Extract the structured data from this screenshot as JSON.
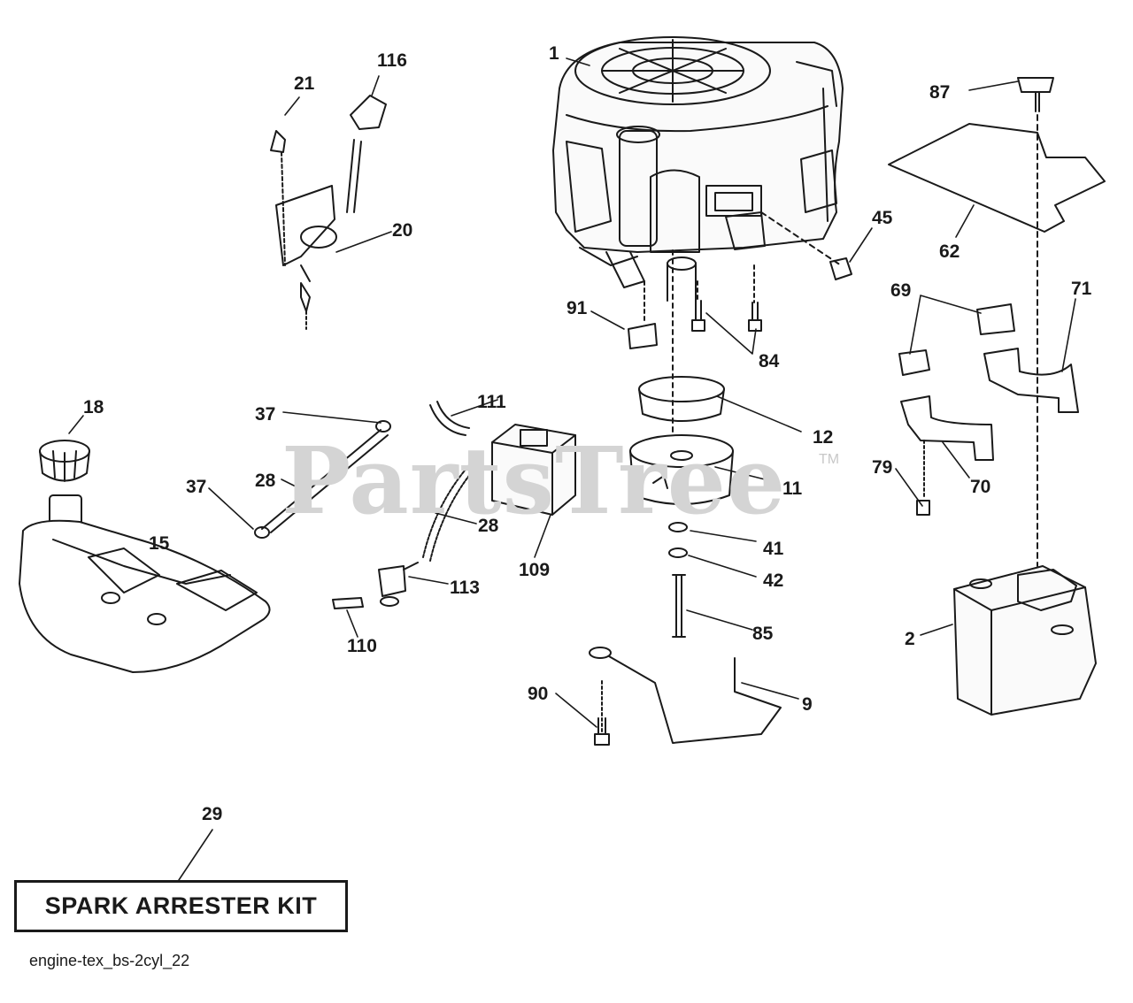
{
  "watermark": {
    "text": "PartsTree",
    "trademark": "TM"
  },
  "callouts": {
    "c1": "1",
    "c116": "116",
    "c21": "21",
    "c20": "20",
    "c87": "87",
    "c45": "45",
    "c62": "62",
    "c91": "91",
    "c84": "84",
    "c69": "69",
    "c71": "71",
    "c12": "12",
    "c18": "18",
    "c37a": "37",
    "c28a": "28",
    "c37b": "37",
    "c111": "111",
    "c11": "11",
    "c79": "79",
    "c70": "70",
    "c28b": "28",
    "c15": "15",
    "c109": "109",
    "c41": "41",
    "c42": "42",
    "c113": "113",
    "c110": "110",
    "c85": "85",
    "c2": "2",
    "c90": "90",
    "c9": "9",
    "c29": "29"
  },
  "kit": {
    "label": "SPARK ARRESTER KIT"
  },
  "footer": {
    "code": "engine-tex_bs-2cyl_22"
  }
}
